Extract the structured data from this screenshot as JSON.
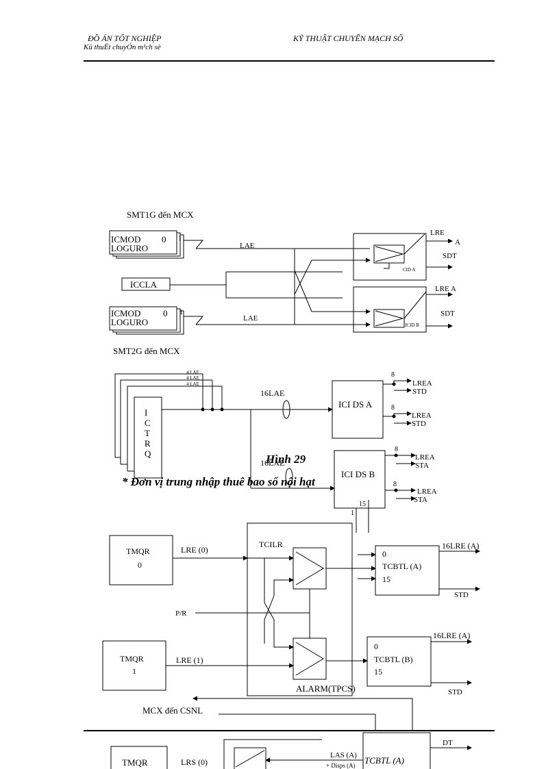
{
  "header": {
    "left_line1": "ĐỒ ÁN TỐT NGHIỆP",
    "left_line2": "Kü thuËt chuyÓn m¹ch sè",
    "right": "KỸ THUẬT CHUYỂN MẠCH SỐ"
  },
  "figure1": {
    "title": "SMT1G đến MCX",
    "module_top_name": "ICMOD",
    "module_top_index": "0",
    "module_top_stack": "1",
    "module_top_sub": "LOGURO",
    "module_bottom_name": "ICMOD",
    "module_bottom_index": "0",
    "module_bottom_stack": "1",
    "module_bottom_sub": "LOGURO",
    "iccla": "ICCLA",
    "lae_top": "LAE",
    "lae_bottom": "LAE",
    "lre_top": "LRE",
    "out_a": "A",
    "sdt_top": "SDT",
    "cid_a": "CID A",
    "lre_a": "LRE A",
    "sdt_bottom": "SDT",
    "cid_b": "ICID B"
  },
  "figure2": {
    "title": "SMT2G đến MCX",
    "lae_labels": [
      "4 LAE",
      "4 LAE",
      "4 LAE"
    ],
    "ictrq": [
      "I",
      "C",
      "T",
      "R",
      "Q"
    ],
    "bus": "16LAE",
    "bus_lower": "16LAE",
    "icids_a": "ICI DS A",
    "icids_b": "ICI DS B",
    "n8": "8",
    "lrea": "LREA",
    "std": "STD",
    "sta": "STA",
    "n15": "15",
    "n1": "1"
  },
  "overlay": {
    "caption": "Hình 29",
    "subtitle": "* Đơn vị trung nhập thuê bao số nội hạt"
  },
  "figure3": {
    "tmqr0": "TMQR",
    "tmqr0_idx": "0",
    "tmqr1": "TMQR",
    "tmqr1_idx": "1",
    "lre0": "LRE (0)",
    "lre1": "LRE (1)",
    "tcilr": "TCILR",
    "pr": "P/R",
    "alarm": "ALARM(TPCS)",
    "tcbtl_a": "TCBTL (A)",
    "tcbtl_b": "TCBTL (B)",
    "tcbtl_a_top": "0",
    "tcbtl_a_bot": "15",
    "tcbtl_b_top": "0",
    "tcbtl_b_bot": "15",
    "lre16_a": "16LRE (A)",
    "lre16_b": "16LRE (A)",
    "std_a": "STD",
    "std_b": "STD"
  },
  "figure4": {
    "title": "MCX  đến  CSNL",
    "tmqr": "TMQR",
    "lrs0": "LRS (0)",
    "las": "LAS (A)",
    "disps": "+ Disps (A)",
    "tcbtl": "TCBTL (A)",
    "dt": "DT"
  }
}
